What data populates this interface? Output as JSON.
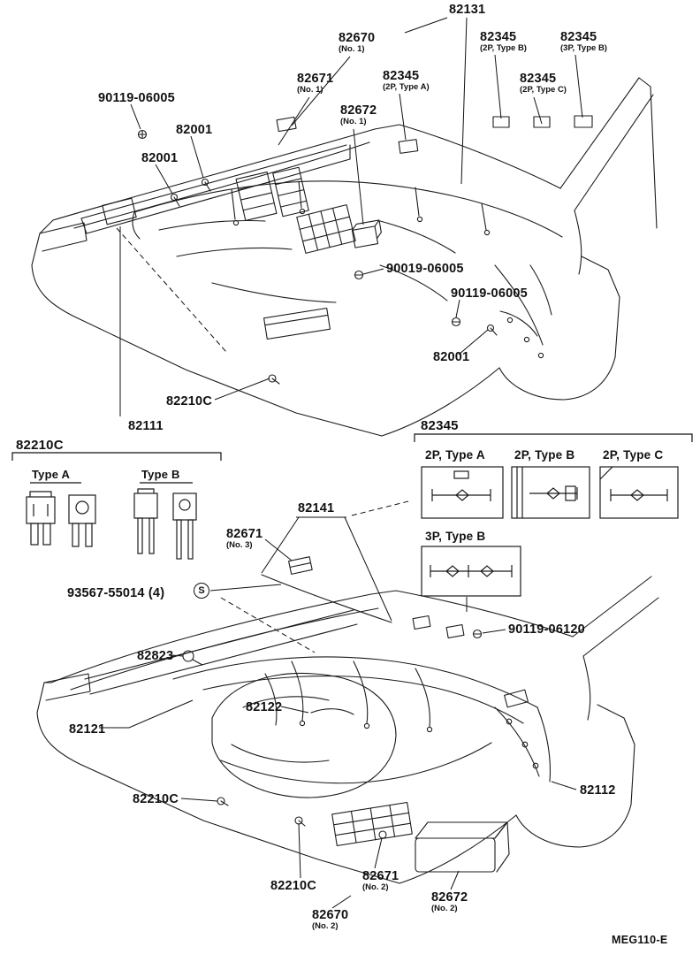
{
  "footer": {
    "code": "MEG110-E"
  },
  "marker": {
    "symbol": "S"
  },
  "legend_fuse": {
    "title": "82210C",
    "items": [
      "Type A",
      "Type B"
    ]
  },
  "legend_connector": {
    "title": "82345",
    "items": [
      "2P, Type A",
      "2P, Type B",
      "2P, Type C",
      "3P, Type B"
    ]
  },
  "labels": [
    {
      "text": "82131",
      "sub": ""
    },
    {
      "text": "82670",
      "sub": "(No. 1)"
    },
    {
      "text": "82345",
      "sub": "(2P, Type B)"
    },
    {
      "text": "82345",
      "sub": "(3P, Type B)"
    },
    {
      "text": "82671",
      "sub": "(No. 1)"
    },
    {
      "text": "82345",
      "sub": "(2P, Type A)"
    },
    {
      "text": "82345",
      "sub": "(2P, Type C)"
    },
    {
      "text": "82672",
      "sub": "(No. 1)"
    },
    {
      "text": "90119-06005",
      "sub": ""
    },
    {
      "text": "82001",
      "sub": ""
    },
    {
      "text": "82001",
      "sub": ""
    },
    {
      "text": "90019-06005",
      "sub": ""
    },
    {
      "text": "90119-06005",
      "sub": ""
    },
    {
      "text": "82001",
      "sub": ""
    },
    {
      "text": "82210C",
      "sub": ""
    },
    {
      "text": "82111",
      "sub": ""
    },
    {
      "text": "82141",
      "sub": ""
    },
    {
      "text": "82671",
      "sub": "(No. 3)"
    },
    {
      "text": "93567-55014 (4)",
      "sub": ""
    },
    {
      "text": "90119-06120",
      "sub": ""
    },
    {
      "text": "82823",
      "sub": ""
    },
    {
      "text": "82122",
      "sub": ""
    },
    {
      "text": "82121",
      "sub": ""
    },
    {
      "text": "82210C",
      "sub": ""
    },
    {
      "text": "82112",
      "sub": ""
    },
    {
      "text": "82210C",
      "sub": ""
    },
    {
      "text": "82671",
      "sub": "(No. 2)"
    },
    {
      "text": "82672",
      "sub": "(No. 2)"
    },
    {
      "text": "82670",
      "sub": "(No. 2)"
    }
  ]
}
